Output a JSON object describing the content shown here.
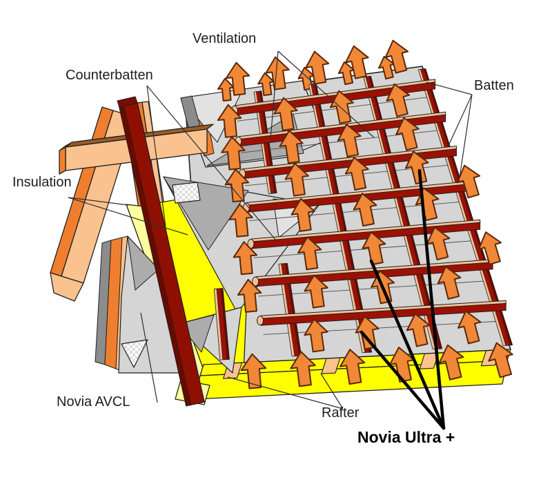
{
  "labels": {
    "ventilation": "Ventilation",
    "counterbatten": "Counterbatten",
    "insulation": "Insulation",
    "novia_avcl": "Novia AVCL",
    "batten": "Batten",
    "rafter": "Rafter",
    "novia_ultra": "Novia Ultra +"
  },
  "colors": {
    "background": "#FFFFFF",
    "membrane": "#D5D5D5",
    "membrane_light": "#E2E2E2",
    "membrane_dark": "#ACACAC",
    "membrane_edge": "#8C8C8C",
    "batten_red": "#9C1104",
    "batten_dark": "#650B00",
    "batten_top_tan": "#F1C29A",
    "strip_red": "#8F0F03",
    "strip_cap": "#7A0D00",
    "timber_orange": "#EF7F2F",
    "timber_pale": "#FAC28E",
    "timber_brown": "#9A5B28",
    "timber_brown_dark": "#7E4216",
    "insulation_yellow": "#FFFF00",
    "insulation_pale": "#FFFF9E",
    "arrow_fill": "#F08838",
    "arrow_outline": "#5C2708",
    "outline": "#1F1F1F",
    "lap_line": "#4A4A4A",
    "leader": "#2E2E2E",
    "emphasis": "#000000"
  }
}
